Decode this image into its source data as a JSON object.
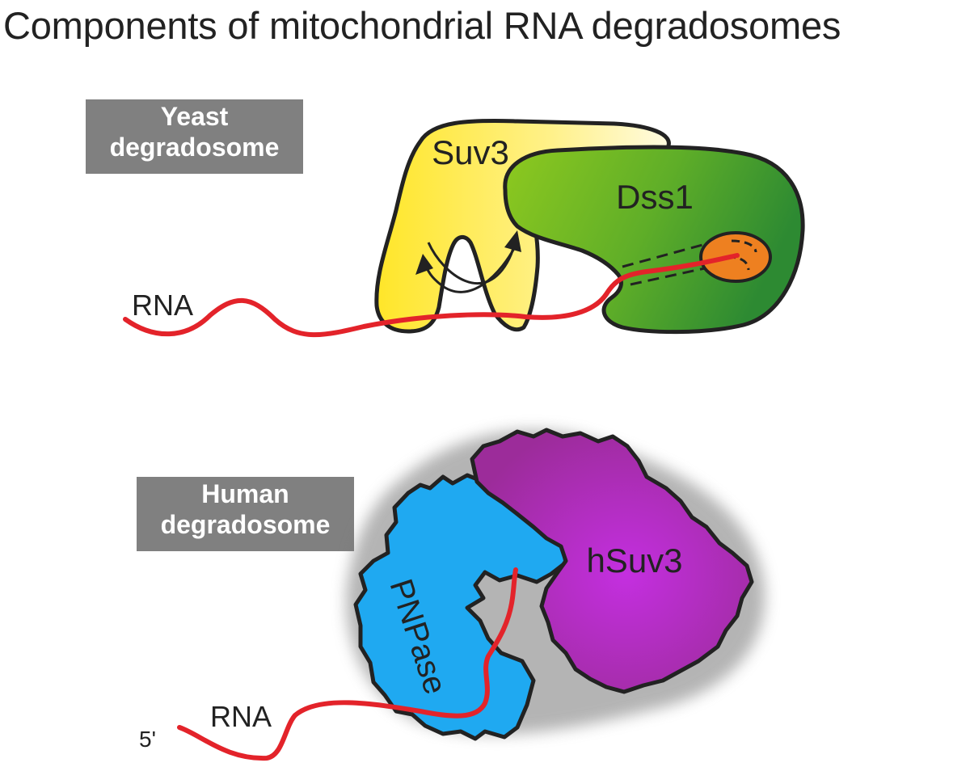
{
  "title": "Components of mitochondrial RNA degradosomes",
  "yeast": {
    "box_label_line1": "Yeast",
    "box_label_line2": "degradosome",
    "protein_a": "Suv3",
    "protein_b": "Dss1",
    "rna_label": "RNA"
  },
  "human": {
    "box_label_line1": "Human",
    "box_label_line2": "degradosome",
    "protein_a": "hSuv3",
    "protein_b": "PNPase",
    "rna_label": "RNA",
    "five_prime": "5'"
  },
  "colors": {
    "suv3": "#ffe629",
    "dss1": "#5fae28",
    "active_site": "#ee8020",
    "rna": "#e3232a",
    "pnpase": "#1fa9f1",
    "hsuv3": "#b52bc0",
    "label_box": "#808080"
  }
}
